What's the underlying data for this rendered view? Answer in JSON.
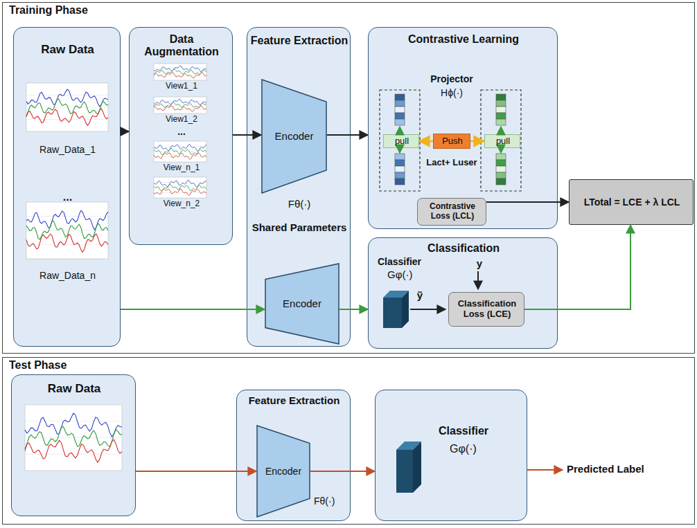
{
  "diagram": {
    "nodes": [
      {
        "text": [
          "Training Phase"
        ]
      },
      {
        "text": [
          "Raw Data",
          "Raw_Data_1",
          "...",
          "Raw_Data_n"
        ],
        "in": 0
      },
      {
        "text": [
          "Data Augmentation",
          "View1_1",
          "View1_2",
          "...",
          "View_n_1",
          "View_n_2"
        ],
        "in": 0
      },
      {
        "text": [
          "Feature Extraction",
          "Fθ(·)",
          "Shared Parameters"
        ],
        "in": 0
      },
      {
        "text": [
          "Encoder"
        ],
        "in": 3
      },
      {
        "text": [
          "Encoder"
        ],
        "in": 3
      },
      {
        "text": [
          "Contrastive Learning",
          "Projector",
          "Hϕ(·)",
          "Lact+ Luser"
        ],
        "in": 0
      },
      {
        "text": [
          "pull"
        ],
        "in": 6
      },
      {
        "text": [
          "Push"
        ],
        "in": 6
      },
      {
        "text": [
          "pull"
        ],
        "in": 6
      },
      {
        "text": [
          "Contrastive Loss (LCL)"
        ],
        "in": 6
      },
      {
        "text": [
          "Classification",
          "Classifier",
          "Gφ(·)",
          "y",
          "ỹ"
        ],
        "in": 0
      },
      {
        "text": [
          "Classification Loss (LCE)"
        ],
        "in": 11
      },
      {
        "text": [
          "LTotal = LCE + λ LCL"
        ],
        "in": 0
      },
      {
        "text": [
          "Test Phase"
        ]
      },
      {
        "text": [
          "Raw Data"
        ],
        "in": 14
      },
      {
        "text": [
          "Feature Extraction",
          "Fθ(·)"
        ],
        "in": 14
      },
      {
        "text": [
          "Encoder"
        ],
        "in": 16
      },
      {
        "text": [
          "Classifier",
          "Gφ(·)"
        ],
        "in": 14
      }
    ],
    "edges": [
      {
        "from": 1,
        "to": 2,
        "arrow": "to"
      },
      {
        "from": 2,
        "to": 4,
        "arrow": "to"
      },
      {
        "from": 4,
        "to": 6,
        "arrow": "to"
      },
      {
        "from": 1,
        "to": 5,
        "arrow": "to"
      },
      {
        "from": 5,
        "to": 11,
        "arrow": "to"
      },
      {
        "from": 10,
        "to": 13,
        "arrow": "to"
      },
      {
        "from": 12,
        "to": 13,
        "arrow": "to"
      },
      {
        "from": 8,
        "to": 7,
        "arrow": "to"
      },
      {
        "from": 8,
        "to": 9,
        "arrow": "to"
      },
      {
        "from": 15,
        "to": 17,
        "arrow": "to"
      },
      {
        "from": 17,
        "to": 18,
        "arrow": "to"
      }
    ],
    "labels": [
      "Predicted Label"
    ]
  }
}
